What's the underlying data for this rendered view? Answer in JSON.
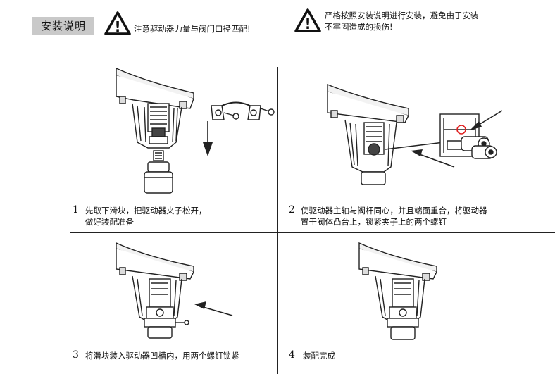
{
  "header": {
    "section_title": "安装说明",
    "warning_left": "注意驱动器力量与阀门口径匹配!",
    "warning_right_line1": "严格按照安装说明进行安装，避免由于安装",
    "warning_right_line2": "不牢固造成的损伤!",
    "warning_icon": "warning-triangle-icon",
    "warning_symbol": "!"
  },
  "steps": [
    {
      "num": "1",
      "line1": "先取下滑块，把驱动器夹子松开，",
      "line2": "做好装配准备"
    },
    {
      "num": "2",
      "line1": "使驱动器主轴与阀杆同心，并且端面重合，将驱动器",
      "line2": "置于阀体凸台上，锁紧夹子上的两个螺钉"
    },
    {
      "num": "3",
      "line1": "将滑块装入驱动器凹槽内，用两个螺钉锁紧",
      "line2": ""
    },
    {
      "num": "4",
      "line1": "装配完成",
      "line2": ""
    }
  ],
  "colors": {
    "tag_bg": "#c9c9c9",
    "line": "#222222",
    "highlight": "#e02020"
  }
}
